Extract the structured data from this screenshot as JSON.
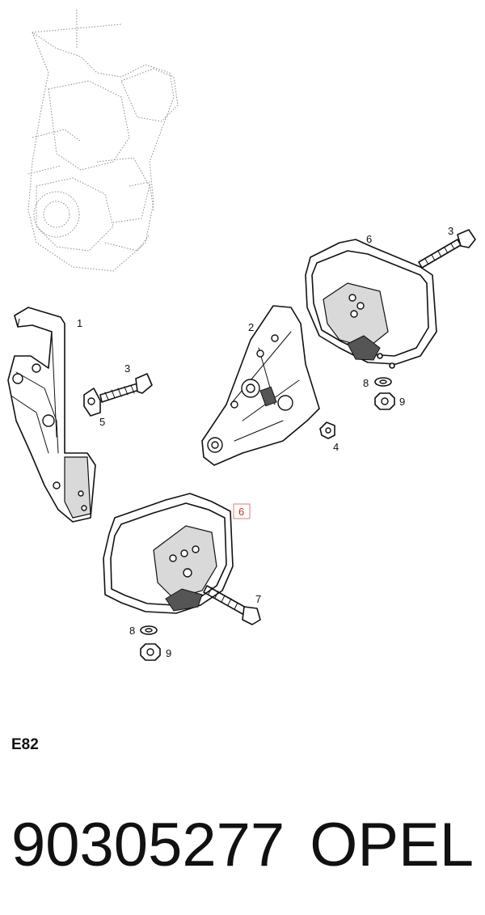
{
  "diagram": {
    "callouts": {
      "c1": "1",
      "c2": "2",
      "c3a": "3",
      "c3b": "3",
      "c4": "4",
      "c5": "5",
      "c6a": "6",
      "c6b": "6",
      "c7": "7",
      "c8a": "8",
      "c8b": "8",
      "c9a": "9",
      "c9b": "9"
    },
    "highlight_color": "#e07a7a"
  },
  "footer": {
    "code": "E82",
    "part_number": "90305277",
    "brand": "OPEL"
  }
}
